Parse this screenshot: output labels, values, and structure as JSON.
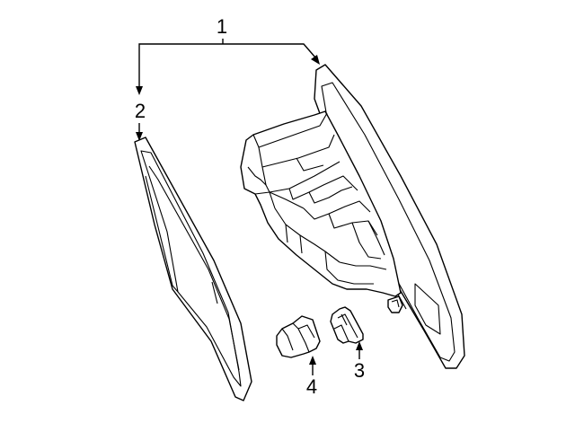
{
  "callouts": {
    "assembly": "1",
    "lens": "2",
    "socket": "3",
    "bulb": "4"
  },
  "colors": {
    "line": "#000000",
    "background": "#ffffff"
  }
}
